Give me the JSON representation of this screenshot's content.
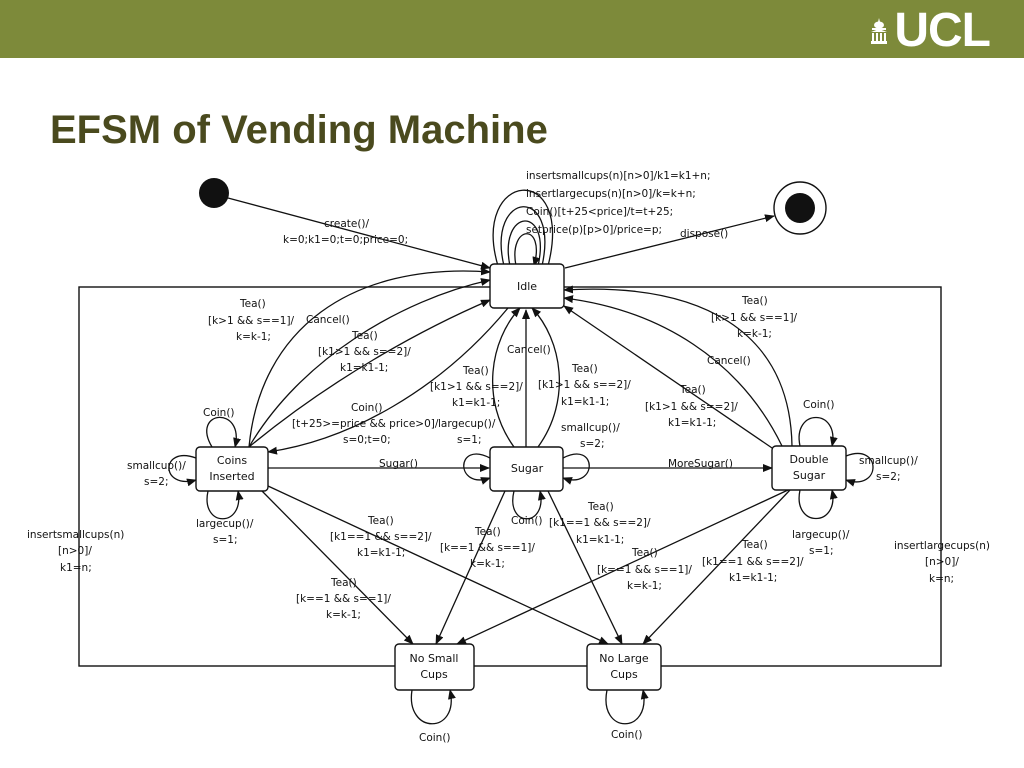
{
  "header": {
    "logo_text": "UCL",
    "logo_mark_icon": "university-portico-icon",
    "bar_color": "#7d8a3a"
  },
  "title": "EFSM of Vending Machine",
  "states": {
    "idle": "Idle",
    "coins_inserted": [
      "Coins",
      "Inserted"
    ],
    "sugar": "Sugar",
    "double_sugar": [
      "Double",
      "Sugar"
    ],
    "no_small_cups": [
      "No Small",
      "Cups"
    ],
    "no_large_cups": [
      "No Large",
      "Cups"
    ]
  },
  "transitions": {
    "create": [
      "create()/",
      "k=0;k1=0;t=0;price=0;"
    ],
    "dispose": [
      "dispose()"
    ],
    "idle_self": [
      "insertsmallcups(n)[n>0]/k1=k1+n;",
      "insertlargecups(n)[n>0]/k=k+n;",
      "Coin()[t+25<price]/t=t+25;",
      "setprice(p)[p>0]/price=p;"
    ],
    "ci_tea_k": [
      "Tea()",
      "[k>1 && s==1]/",
      "k=k-1;"
    ],
    "ci_cancel": [
      "Cancel()"
    ],
    "ci_tea_k1": [
      "Tea()",
      "[k1>1 && s==2]/",
      "k1=k1-1;"
    ],
    "idle_to_ci": [
      "Coin()",
      "[t+25>=price && price>0]/",
      "s=0;t=0;"
    ],
    "ci_coin_self": [
      "Coin()"
    ],
    "ci_smallcup_self": [
      "smallcup()/",
      "s=2;"
    ],
    "ci_largecup_self": [
      "largecup()/",
      "s=1;"
    ],
    "ci_sugar": [
      "Sugar()"
    ],
    "sugar_cancel": [
      "Cancel()"
    ],
    "sugar_tea_k1": [
      "Tea()",
      "[k1>1 && s==2]/",
      "k1=k1-1;"
    ],
    "sugar_tea_k1_b": [
      "Tea()",
      "[k1>1 && s==2]/",
      "k1=k1-1;"
    ],
    "sugar_largecup_self": [
      "largecup()/",
      "s=1;"
    ],
    "sugar_smallcup_self": [
      "smallcup()/",
      "s=2;"
    ],
    "sugar_coin_self": [
      "Coin()"
    ],
    "sugar_moresugar": [
      "MoreSugar()"
    ],
    "ds_tea_k": [
      "Tea()",
      "[k>1 && s==1]/",
      "k=k-1;"
    ],
    "ds_cancel": [
      "Cancel()"
    ],
    "ds_tea_k1": [
      "Tea()",
      "[k1>1 && s==2]/",
      "k1=k1-1;"
    ],
    "ds_coin_self": [
      "Coin()"
    ],
    "ds_smallcup_self": [
      "smallcup()/",
      "s=2;"
    ],
    "ds_largecup_self": [
      "largecup()/",
      "s=1;"
    ],
    "ci_to_nsc_k1": [
      "Tea()",
      "[k1==1 && s==2]/",
      "k1=k1-1;"
    ],
    "ci_to_nlc_k": [
      "Tea()",
      "[k==1 && s==1]/",
      "k=k-1;"
    ],
    "sugar_to_nsc": [
      "Tea()",
      "[k==1 && s==1]/",
      "k=k-1;"
    ],
    "sugar_to_nlc": [
      "Tea()",
      "[k1==1 && s==2]/",
      "k1=k1-1;"
    ],
    "ds_to_nsc": [
      "Tea()",
      "[k==1 && s==1]/",
      "k=k-1;"
    ],
    "ds_to_nlc": [
      "Tea()",
      "[k1==1 && s==2]/",
      "k1=k1-1;"
    ],
    "nsc_coin_self": [
      "Coin()"
    ],
    "nlc_coin_self": [
      "Coin()"
    ],
    "nsc_to_idle": [
      "insertsmallcups(n)",
      "[n>0]/",
      "k1=n;"
    ],
    "nlc_to_idle": [
      "insertlargecups(n)",
      "[n>0]/",
      "k=n;"
    ]
  }
}
